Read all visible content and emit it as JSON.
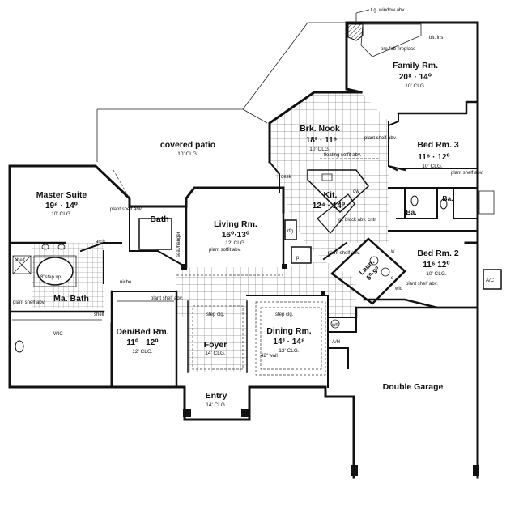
{
  "rooms": {
    "family": {
      "name": "Family Rm.",
      "dims": "20⁸ · 14⁰",
      "ceiling": "10' CLG."
    },
    "brk_nook": {
      "name": "Brk. Nook",
      "dims": "18² · 11⁶",
      "ceiling": "10' CLG."
    },
    "bed3": {
      "name": "Bed Rm. 3",
      "dims": "11⁶ · 12⁰",
      "ceiling": "10' CLG."
    },
    "covered_patio": {
      "name": "covered patio",
      "ceiling": "10' CLG."
    },
    "master": {
      "name": "Master Suite",
      "dims": "19⁶ · 14⁰",
      "ceiling": "10' CLG."
    },
    "bath": {
      "name": "Bath"
    },
    "living": {
      "name": "Living Rm.",
      "dims": "16⁰·13⁰",
      "ceiling": "12' CLG."
    },
    "kit": {
      "name": "Kit.",
      "dims": "12⁴ · 14⁰"
    },
    "ba1": {
      "name": "Ba."
    },
    "ba2": {
      "name": "Ba."
    },
    "bed2": {
      "name": "Bed Rm. 2",
      "dims": "11⁶  12⁰",
      "ceiling": "10' CLG."
    },
    "laun": {
      "name": "Laun.",
      "dims": "6⁰·9⁰"
    },
    "ma_bath": {
      "name": "Ma. Bath"
    },
    "den": {
      "name": "Den/Bed Rm.",
      "dims": "11⁰ · 12⁰",
      "ceiling": "12' CLG."
    },
    "foyer": {
      "name": "Foyer",
      "ceiling": "14' CLG."
    },
    "dining": {
      "name": "Dining Rm.",
      "dims": "14³ · 14⁸",
      "ceiling": "12' CLG."
    },
    "entry": {
      "name": "Entry",
      "ceiling": "14' CLG."
    },
    "garage": {
      "name": "Double Garage"
    }
  },
  "notes": {
    "tg_window": "t.g. window abv.",
    "blt_ins": "blt. ins",
    "prefab_fireplace": "pre-fab fireplace",
    "plant_shelf_abv": "plant shelf abv.",
    "floating_soffit": "floating soffit abv.",
    "desk": "desk",
    "dw": "dw",
    "gl_block": "gl. block abv. cntr.",
    "rfg": "rfg",
    "p": "p",
    "arch": "arch",
    "seat": "seat",
    "step_up": "8\"step up",
    "niche": "niche",
    "shelf": "shelf",
    "wic": "WIC",
    "plant_soffit": "plant soffit abv.",
    "step_clg": "step clg.",
    "wall_42": "42\" wall",
    "wh": "wh",
    "ah": "A/H",
    "ac": "A/C",
    "w": "w",
    "d": "d",
    "wic_small": "wic",
    "shelf_tag": "shelf",
    "seat_hanger": "seat/hanger"
  }
}
